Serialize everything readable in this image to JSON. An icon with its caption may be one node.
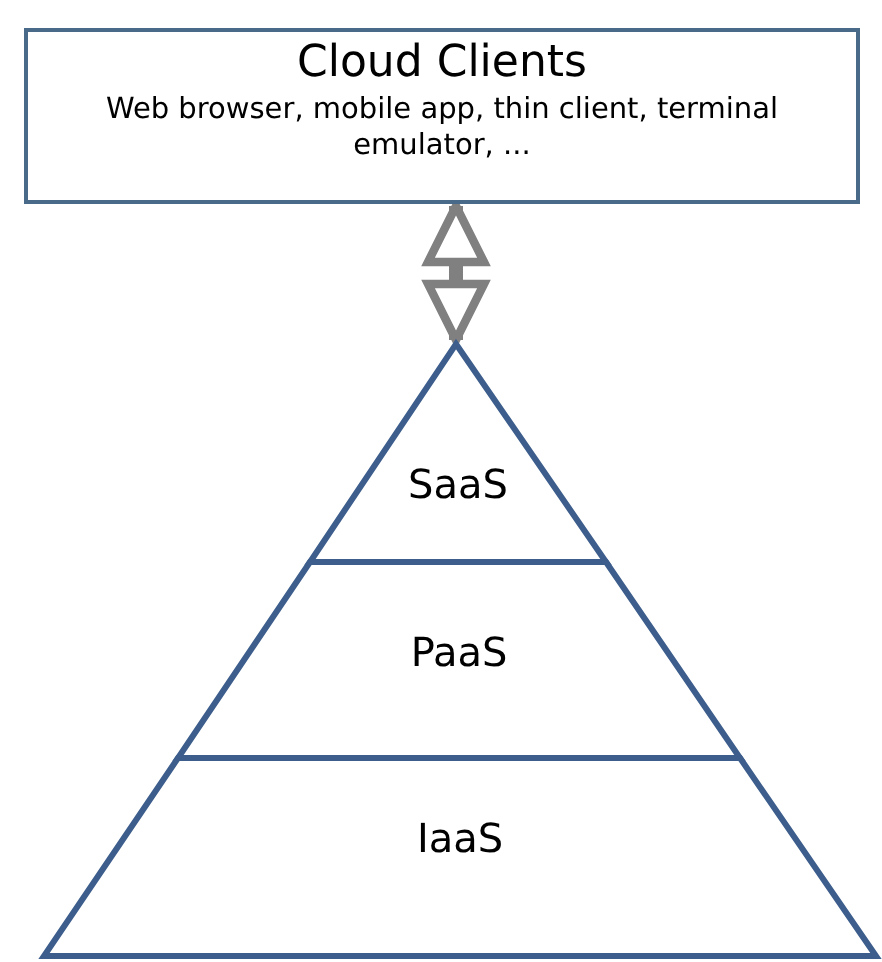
{
  "diagram": {
    "nodes": [
      {
        "text": [
          "Cloud Clients",
          "Web browser, mobile app, thin client, terminal emulator, ..."
        ]
      },
      {
        "text": [
          "SaaS"
        ]
      },
      {
        "text": [
          "PaaS"
        ]
      },
      {
        "text": [
          "IaaS"
        ]
      }
    ],
    "edges": [
      {
        "from": 0,
        "to": 1,
        "arrow": "both"
      }
    ]
  }
}
